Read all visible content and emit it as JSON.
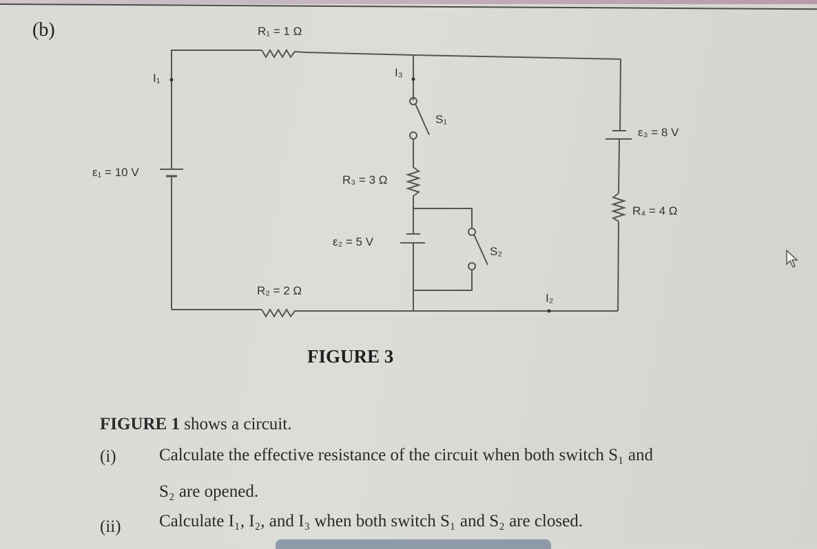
{
  "part": "(b)",
  "circuit": {
    "R1": "R₁ = 1 Ω",
    "R2": "R₂ = 2 Ω",
    "R3": "R₃ = 3 Ω",
    "R4": "R₄ = 4 Ω",
    "E1": "ε₁ = 10 V",
    "E2": "ε₂ = 5 V",
    "E3": "ε₃ = 8 V",
    "I1": "I₁",
    "I2": "I₂",
    "I3": "I₃",
    "S1": "S₁",
    "S2": "S₂"
  },
  "figure_caption": "FIGURE 3",
  "questions": {
    "intro_bold": "FIGURE 1",
    "intro_rest": " shows a circuit.",
    "items": [
      {
        "num": "(i)",
        "line1": "Calculate the effective resistance of the circuit when both switch S₁ and",
        "line2": "S₂ are opened."
      },
      {
        "num": "(ii)",
        "line1": "Calculate I₁, I₂, and I₃ when both switch S₁ and S₂ are closed."
      }
    ]
  }
}
